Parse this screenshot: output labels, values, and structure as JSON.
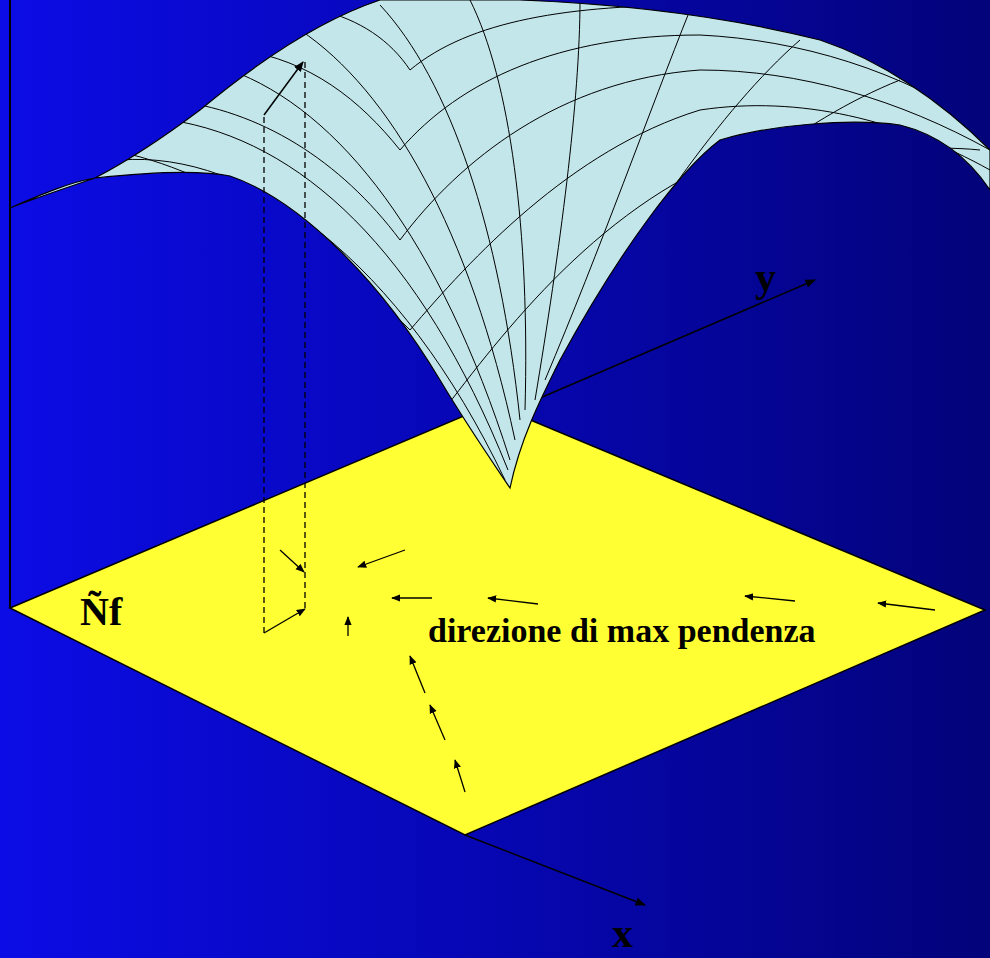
{
  "diagram": {
    "labels": [
      "y",
      "Ñf",
      "direzione di max pendenza",
      "x"
    ]
  }
}
